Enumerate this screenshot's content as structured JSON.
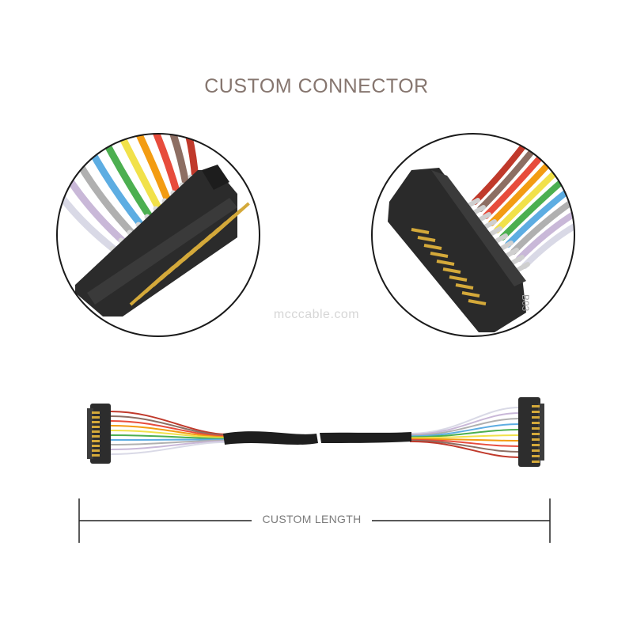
{
  "header": {
    "title": "CUSTOM CONNECTOR"
  },
  "watermark": {
    "text": "mcccable.com"
  },
  "dimension": {
    "label": "CUSTOM LENGTH"
  },
  "colors": {
    "title": "#86766f",
    "connector_body": "#2b2b2b",
    "pins": "#d4a93a",
    "sleeve": "#1e1e1e",
    "wires": [
      "#c0392b",
      "#8d6e63",
      "#e74c3c",
      "#f39c12",
      "#f1e14a",
      "#4caf50",
      "#5dade2",
      "#b0b0b0",
      "#c9b8d8",
      "#d9d9e6"
    ]
  },
  "connector_marking": "B03"
}
